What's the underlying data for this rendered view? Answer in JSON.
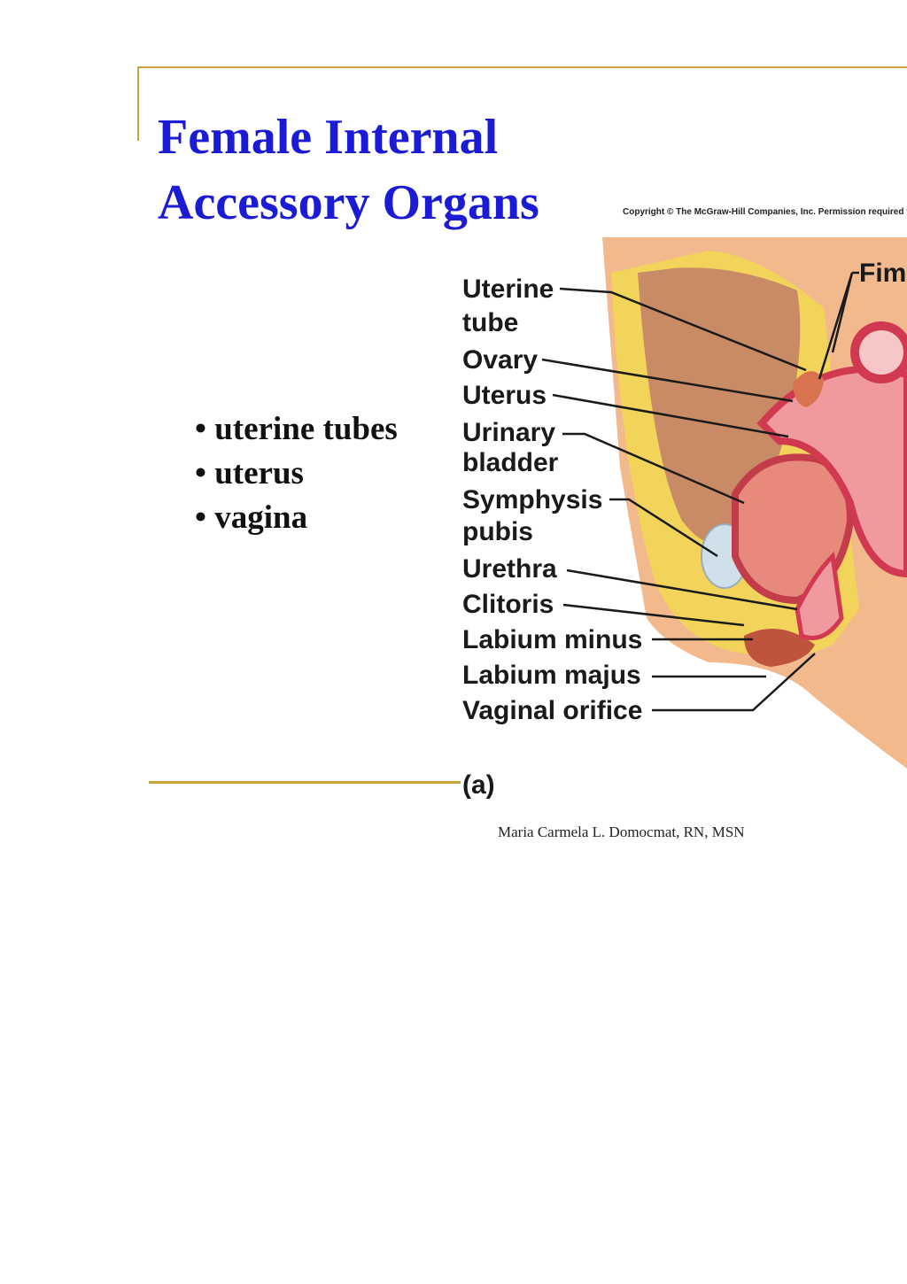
{
  "slide": {
    "title_line1": "Female Internal",
    "title_line2": "Accessory Organs",
    "bullets": [
      "uterine tubes",
      "uterus",
      "vagina"
    ],
    "footer": "Maria Carmela L. Domocmat, RN, MSN"
  },
  "figure": {
    "copyright": "Copyright © The McGraw-Hill Companies, Inc. Permission required f",
    "top_label": "Fiml",
    "panel_label": "(a)",
    "labels": [
      "Uterine",
      "tube",
      "Ovary",
      "Uterus",
      "Urinary",
      "bladder",
      "Symphysis",
      "pubis",
      "Urethra",
      "Clitoris",
      "Labium minus",
      "Labium majus",
      "Vaginal orifice"
    ]
  },
  "colors": {
    "title": "#1b1bd6",
    "rule": "#c8a43a"
  }
}
